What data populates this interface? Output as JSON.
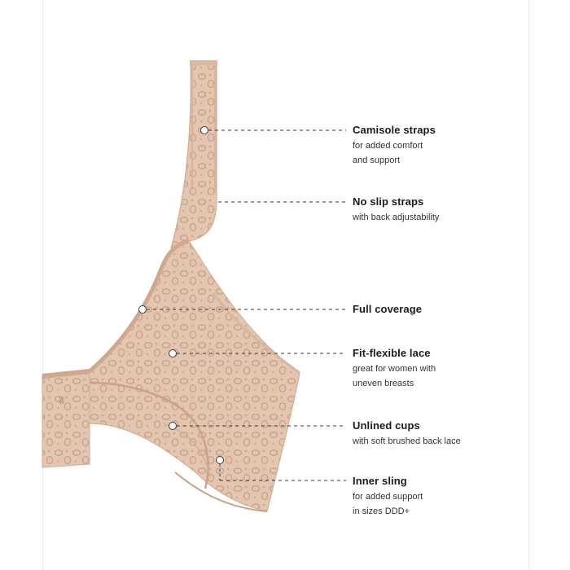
{
  "colors": {
    "fabric": "#e2c3ad",
    "fabric_shadow": "#cfa88f",
    "lace_pattern": "#c79f87",
    "text_dark": "#1c1c1c",
    "callout_line": "#444444"
  },
  "features": [
    {
      "title": "Camisole straps",
      "desc_lines": [
        "for added comfort",
        "and support"
      ]
    },
    {
      "title": "No slip straps",
      "desc_lines": [
        "with back adjustability"
      ]
    },
    {
      "title": "Full coverage",
      "desc_lines": []
    },
    {
      "title": "Fit-flexible lace",
      "desc_lines": [
        "great for women with",
        "uneven breasts"
      ]
    },
    {
      "title": "Unlined cups",
      "desc_lines": [
        "with soft brushed back lace"
      ]
    },
    {
      "title": "Inner sling",
      "desc_lines": [
        "for added support",
        "in sizes DDD+"
      ]
    }
  ]
}
